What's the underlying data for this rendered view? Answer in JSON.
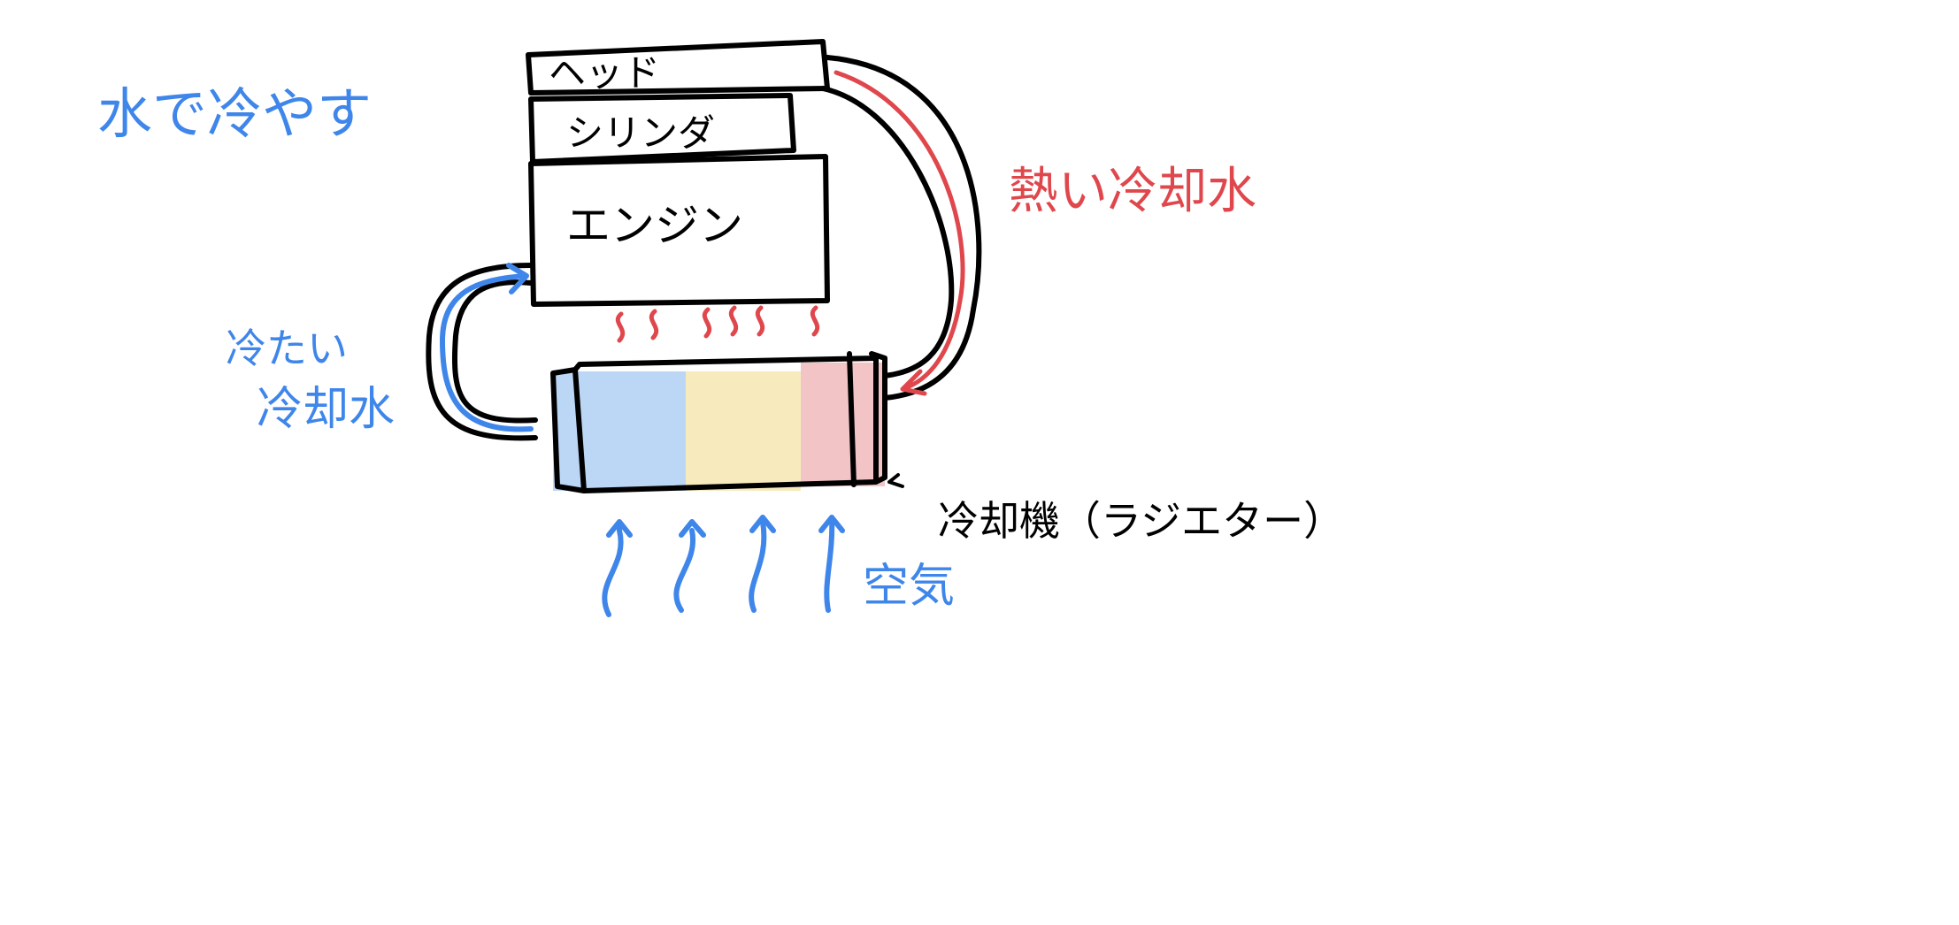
{
  "title": "水で冷やす",
  "parts": {
    "head": "ヘッド",
    "cylinder": "シリンダ",
    "engine": "エンジン",
    "radiator": "冷却機（ラジエター）"
  },
  "labels": {
    "hot_coolant": "熱い冷却水",
    "cold_coolant_line1": "冷たい",
    "cold_coolant_line2": "冷却水",
    "air": "空気"
  },
  "colors": {
    "blue": "#3f86ea",
    "red": "#e0474c",
    "radiator_cold": "#bcd6f5",
    "radiator_mid": "#f7ebbd",
    "radiator_hot": "#f2c4c6"
  }
}
